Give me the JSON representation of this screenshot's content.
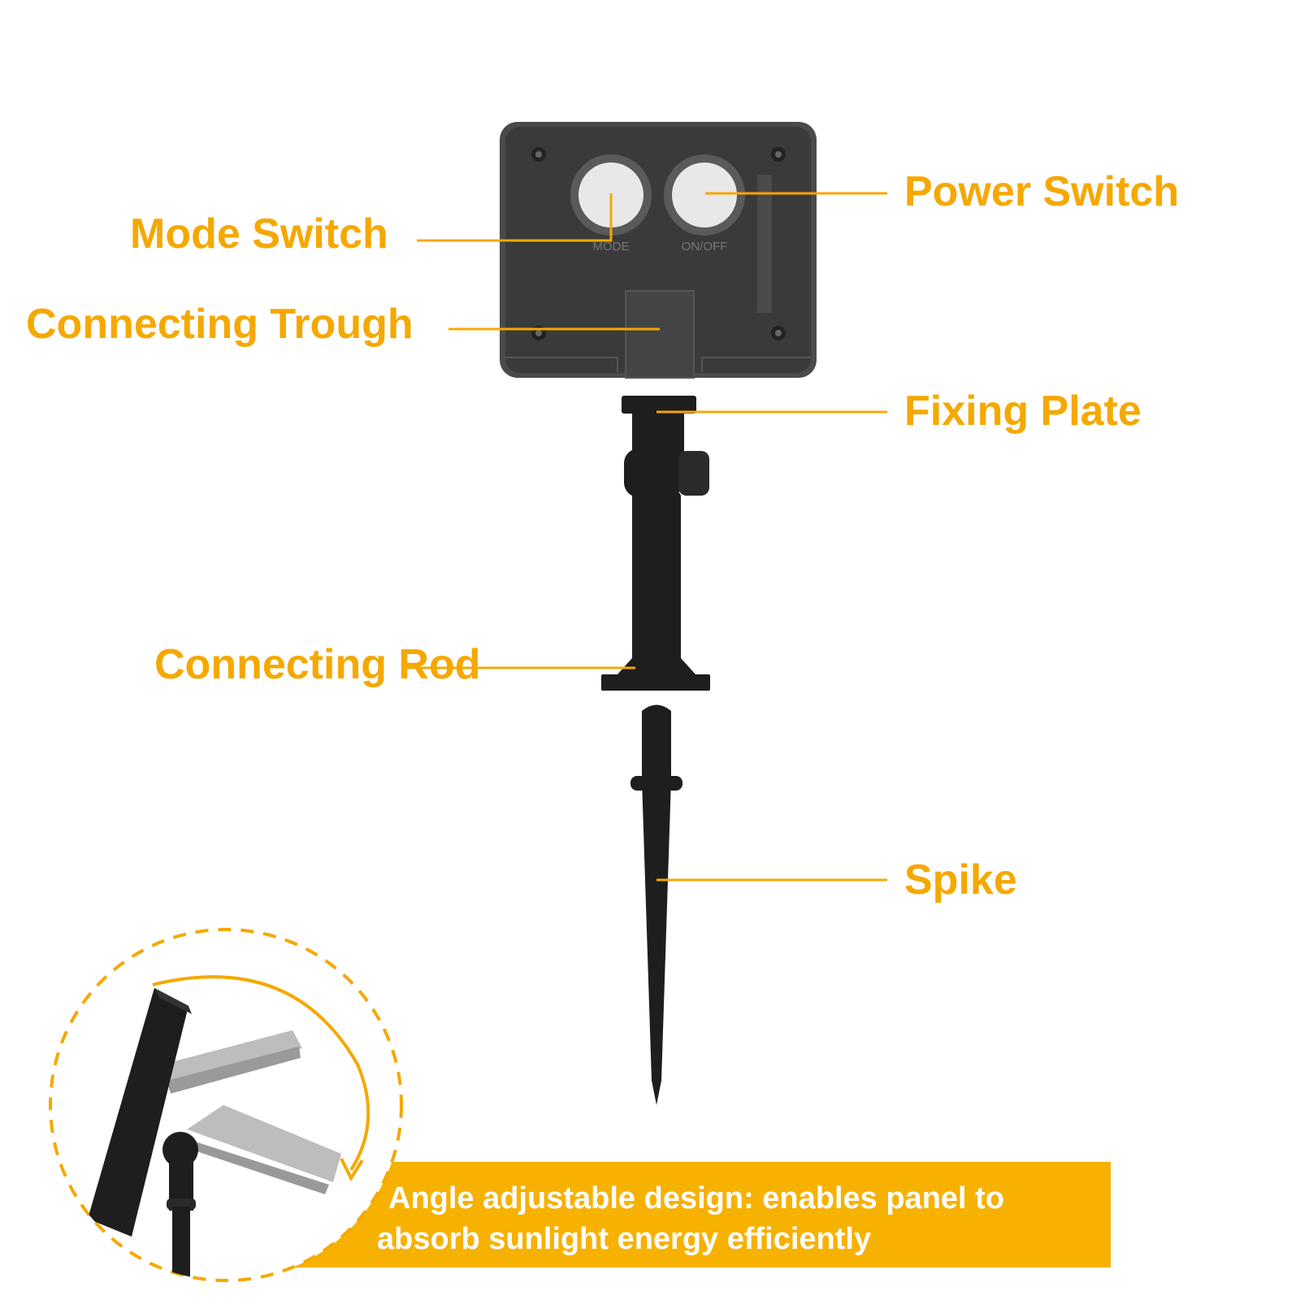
{
  "colors": {
    "accent": "#F5A800",
    "banner": "#F7B100",
    "device_body": "#3a3a3a",
    "plastic_black": "#1e1e1e",
    "button": "#e8e8e8"
  },
  "icons": {
    "device_box": "solar-panel-back-icon",
    "mount": "mount-stake-icon",
    "inset": "angle-adjust-icon"
  },
  "labels": {
    "mode_switch": "Mode Switch",
    "power_switch": "Power Switch",
    "connecting_trough": "Connecting Trough",
    "fixing_plate": "Fixing Plate",
    "connecting_rod": "Connecting Rod",
    "spike": "Spike"
  },
  "device_text": {
    "mode": "MODE",
    "onoff": "ON/OFF"
  },
  "banner": {
    "line1": "Angle adjustable design: enables panel to",
    "line2": "absorb sunlight energy efficiently"
  }
}
